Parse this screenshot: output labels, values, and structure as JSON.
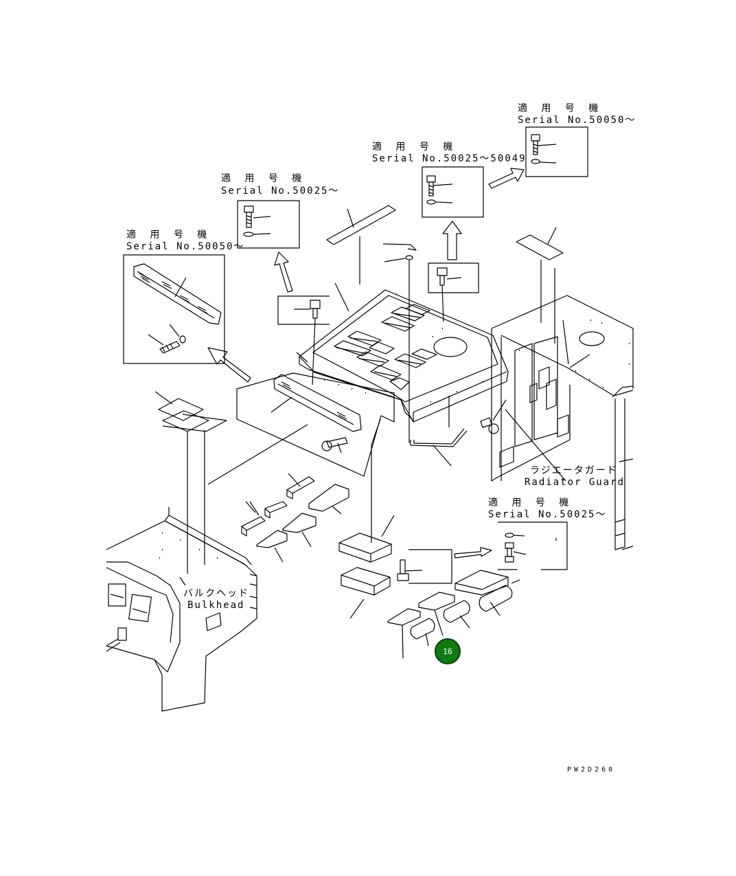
{
  "insets": [
    {
      "applicable": "適 用 号 機",
      "serial": "Serial No.50050～"
    },
    {
      "applicable": "適 用 号 機",
      "serial": "Serial No.50025～"
    },
    {
      "applicable": "適 用 号 機",
      "serial": "Serial No.50025～50049"
    },
    {
      "applicable": "適 用 号 機",
      "serial": "Serial No.50050～"
    },
    {
      "applicable": "適 用 号 機",
      "serial": "Serial No.50025～"
    }
  ],
  "parts": {
    "radiator_guard_jp": "ラジエータガード",
    "radiator_guard_en": "Radiator Guard",
    "bulkhead_jp": "バルクヘッド",
    "bulkhead_en": "Bulkhead"
  },
  "callout": {
    "number": "16",
    "color": "#0f7a12"
  },
  "drawing_code": "PW2D260"
}
